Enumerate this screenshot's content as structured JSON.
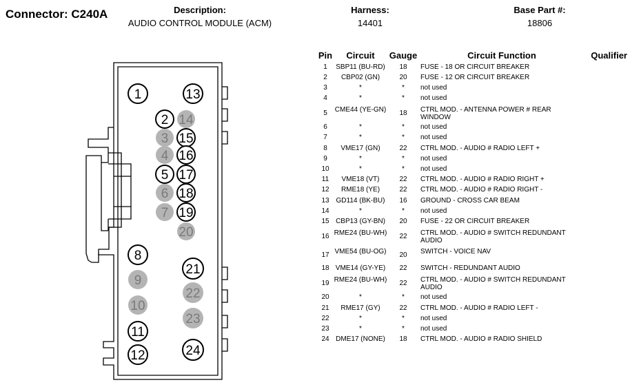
{
  "header": {
    "connector": "Connector: C240A",
    "description_label": "Description:",
    "description_value": "AUDIO CONTROL MODULE (ACM)",
    "harness_label": "Harness:",
    "harness_value": "14401",
    "base_part_label": "Base Part #:",
    "base_part_value": "18806"
  },
  "table": {
    "headers": {
      "pin": "Pin",
      "circuit": "Circuit",
      "gauge": "Gauge",
      "function": "Circuit Function",
      "qualifier": "Qualifier"
    },
    "rows": [
      {
        "pin": "1",
        "circuit": "SBP11 (BU-RD)",
        "gauge": "18",
        "function": "FUSE - 18 OR CIRCUIT BREAKER"
      },
      {
        "pin": "2",
        "circuit": "CBP02 (GN)",
        "gauge": "20",
        "function": "FUSE - 12 OR CIRCUIT BREAKER"
      },
      {
        "pin": "3",
        "circuit": "*",
        "gauge": "*",
        "function": "not used"
      },
      {
        "pin": "4",
        "circuit": "*",
        "gauge": "*",
        "function": "not used"
      },
      {
        "pin": "5",
        "circuit": "CME44 (YE-GN)",
        "gauge": "18",
        "function": "CTRL MOD. - ANTENNA POWER # REAR WINDOW"
      },
      {
        "pin": "6",
        "circuit": "*",
        "gauge": "*",
        "function": "not used"
      },
      {
        "pin": "7",
        "circuit": "*",
        "gauge": "*",
        "function": "not used"
      },
      {
        "pin": "8",
        "circuit": "VME17 (GN)",
        "gauge": "22",
        "function": "CTRL MOD. - AUDIO # RADIO LEFT +"
      },
      {
        "pin": "9",
        "circuit": "*",
        "gauge": "*",
        "function": "not used"
      },
      {
        "pin": "10",
        "circuit": "*",
        "gauge": "*",
        "function": "not used"
      },
      {
        "pin": "11",
        "circuit": "VME18 (VT)",
        "gauge": "22",
        "function": "CTRL MOD. - AUDIO # RADIO RIGHT +"
      },
      {
        "pin": "12",
        "circuit": "RME18 (YE)",
        "gauge": "22",
        "function": "CTRL MOD. - AUDIO # RADIO RIGHT -"
      },
      {
        "pin": "13",
        "circuit": "GD114 (BK-BU)",
        "gauge": "16",
        "function": "GROUND - CROSS CAR BEAM"
      },
      {
        "pin": "14",
        "circuit": "*",
        "gauge": "*",
        "function": "not used"
      },
      {
        "pin": "15",
        "circuit": "CBP13 (GY-BN)",
        "gauge": "20",
        "function": "FUSE - 22 OR CIRCUIT BREAKER"
      },
      {
        "pin": "16",
        "circuit": "RME24 (BU-WH)",
        "gauge": "22",
        "function": "CTRL MOD. - AUDIO # SWITCH REDUNDANT AUDIO"
      },
      {
        "pin": "17",
        "circuit": "VME54 (BU-OG)",
        "gauge": "20",
        "function": "SWITCH - VOICE NAV"
      },
      {
        "pin": "18",
        "circuit": "VME14 (GY-YE)",
        "gauge": "22",
        "function": "SWITCH - REDUNDANT AUDIO"
      },
      {
        "pin": "19",
        "circuit": "RME24 (BU-WH)",
        "gauge": "22",
        "function": "CTRL MOD. - AUDIO # SWITCH REDUNDANT AUDIO"
      },
      {
        "pin": "20",
        "circuit": "*",
        "gauge": "*",
        "function": "not used"
      },
      {
        "pin": "21",
        "circuit": "RME17 (GY)",
        "gauge": "22",
        "function": "CTRL MOD. - AUDIO # RADIO LEFT -"
      },
      {
        "pin": "22",
        "circuit": "*",
        "gauge": "*",
        "function": "not used"
      },
      {
        "pin": "23",
        "circuit": "*",
        "gauge": "*",
        "function": "not used"
      },
      {
        "pin": "24",
        "circuit": "DME17 (NONE)",
        "gauge": "18",
        "function": "CTRL MOD. - AUDIO # RADIO SHIELD"
      }
    ]
  },
  "connector": {
    "used_color": "#000000",
    "unused_color": "#b4b4b4",
    "pins": [
      {
        "label": "1",
        "used": true
      },
      {
        "label": "2",
        "used": true
      },
      {
        "label": "3",
        "used": false
      },
      {
        "label": "4",
        "used": false
      },
      {
        "label": "5",
        "used": true
      },
      {
        "label": "6",
        "used": false
      },
      {
        "label": "7",
        "used": false
      },
      {
        "label": "8",
        "used": true
      },
      {
        "label": "9",
        "used": false
      },
      {
        "label": "10",
        "used": false
      },
      {
        "label": "11",
        "used": true
      },
      {
        "label": "12",
        "used": true
      },
      {
        "label": "13",
        "used": true
      },
      {
        "label": "14",
        "used": false
      },
      {
        "label": "15",
        "used": true
      },
      {
        "label": "16",
        "used": true
      },
      {
        "label": "17",
        "used": true
      },
      {
        "label": "18",
        "used": true
      },
      {
        "label": "19",
        "used": true
      },
      {
        "label": "20",
        "used": false
      },
      {
        "label": "21",
        "used": true
      },
      {
        "label": "22",
        "used": false
      },
      {
        "label": "23",
        "used": false
      },
      {
        "label": "24",
        "used": true
      }
    ]
  }
}
